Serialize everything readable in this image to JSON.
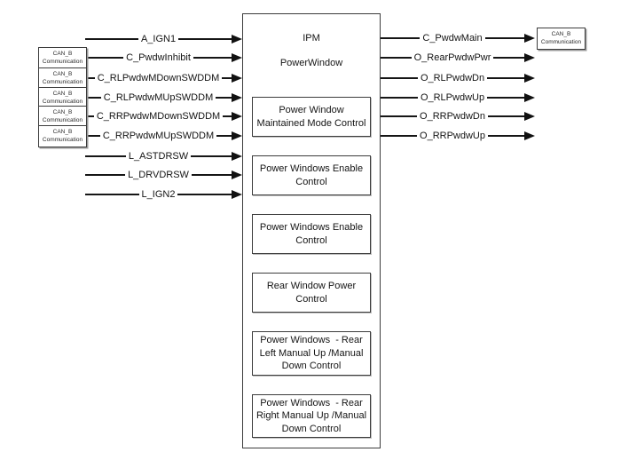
{
  "module": {
    "title": "IPM",
    "subtitle": "PowerWindow",
    "blocks": [
      {
        "label": "Power Window\nMaintained Mode Control"
      },
      {
        "label": "Power Windows Enable\nControl"
      },
      {
        "label": "Power Windows Enable\nControl"
      },
      {
        "label": "Rear Window Power\nControl"
      },
      {
        "label": "Power Windows  - Rear\nLeft Manual Up /Manual\nDown Control"
      },
      {
        "label": "Power Windows  - Rear\nRight Manual Up /Manual\nDown Control"
      }
    ]
  },
  "can_box": {
    "line1": "CAN_B",
    "line2": "Communication"
  },
  "inputs": [
    {
      "label": "A_IGN1",
      "can_source": false
    },
    {
      "label": "C_PwdwInhibit",
      "can_source": true
    },
    {
      "label": "C_RLPwdwMDownSWDDM",
      "can_source": true
    },
    {
      "label": "C_RLPwdwMUpSWDDM",
      "can_source": true
    },
    {
      "label": "C_RRPwdwMDownSWDDM",
      "can_source": true
    },
    {
      "label": "C_RRPwdwMUpSWDDM",
      "can_source": true
    },
    {
      "label": "L_ASTDRSW",
      "can_source": false
    },
    {
      "label": "L_DRVDRSW",
      "can_source": false
    },
    {
      "label": "L_IGN2",
      "can_source": false
    }
  ],
  "outputs": [
    {
      "label": "C_PwdwMain",
      "can_sink": true
    },
    {
      "label": "O_RearPwdwPwr",
      "can_sink": false
    },
    {
      "label": "O_RLPwdwDn",
      "can_sink": false
    },
    {
      "label": "O_RLPwdwUp",
      "can_sink": false
    },
    {
      "label": "O_RRPwdwDn",
      "can_sink": false
    },
    {
      "label": "O_RRPwdwUp",
      "can_sink": false
    }
  ]
}
